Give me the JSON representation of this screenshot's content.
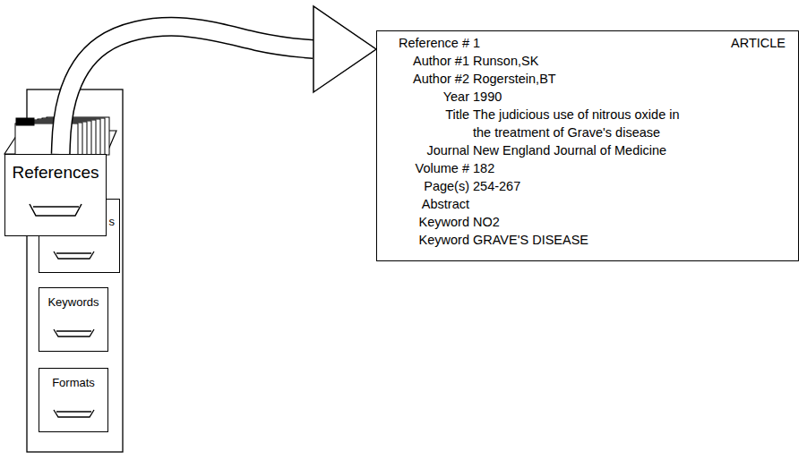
{
  "diagram": {
    "nodes": [
      {
        "text": [
          "References"
        ]
      },
      {
        "text": [
          "s"
        ]
      },
      {
        "text": [
          "Keywords"
        ]
      },
      {
        "text": [
          "Formats"
        ]
      },
      {
        "text": [
          "ARTICLE",
          "Reference #",
          "1",
          "Author #1",
          "Runson,SK",
          "Author #2",
          "Rogerstein,BT",
          "Year",
          "1990",
          "Title",
          "The judicious use of nitrous oxide in the treatment of Grave's disease",
          "Journal",
          "New England Journal of Medicine",
          "Volume #",
          "182",
          "Page(s)",
          "254-267",
          "Abstract",
          "Keyword",
          "NO2",
          "Keyword",
          "GRAVE'S DISEASE"
        ]
      }
    ],
    "edges": [
      {
        "from": 0,
        "to": 4,
        "arrow": "to"
      }
    ]
  }
}
